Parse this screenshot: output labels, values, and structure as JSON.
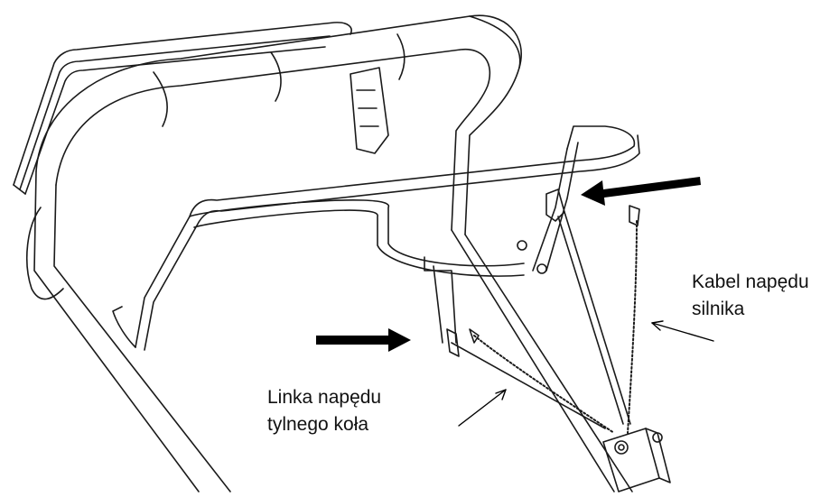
{
  "labels": {
    "motor_cable": {
      "line1": "Kabel napędu",
      "line2": "silnika"
    },
    "wheel_cable": {
      "line1": "Linka napędu",
      "line2": "tylnego koła"
    }
  },
  "colors": {
    "line": "#1a1a1a",
    "background": "#ffffff",
    "arrow": "#000000"
  }
}
